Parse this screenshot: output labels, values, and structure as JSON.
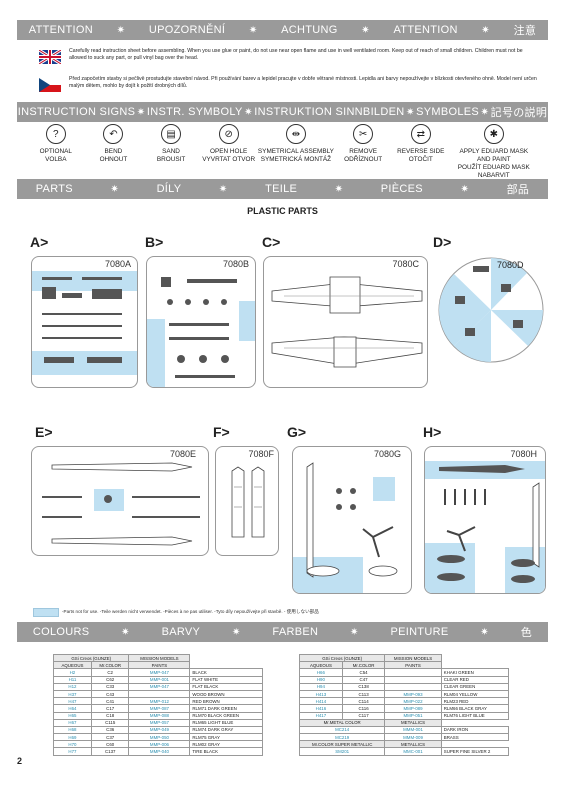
{
  "attention_band": [
    "ATTENTION",
    "UPOZORNĚNÍ",
    "ACHTUNG",
    "ATTENTION",
    "注意"
  ],
  "warnings": {
    "en": "Carefully read instruction sheet before assembling. When you use glue or paint, do not use near open flame and use in well ventilated room. Keep out of reach of small children. Children must not be allowed to suck any part, or pull vinyl bag over the head.",
    "cz": "Před započetím stavby si pečlivě prostudujte stavební návod. Při používání barev a lepidel pracujte v dobře větrané místnosti. Lepidla ani barvy nepoužívejte v blízkosti otevřeného ohně. Model není určen malým dětem, mohlo by dojít k požití drobných dílů."
  },
  "colors": {
    "band": "#9a9a9a",
    "unused_parts": "#bfe0f2",
    "code_text": "#2a8fb0"
  },
  "signs_band": [
    "INSTRUCTION SIGNS",
    "INSTR. SYMBOLY",
    "INSTRUKTION SINNBILDEN",
    "SYMBOLES",
    "記号の説明"
  ],
  "signs": [
    {
      "icon": "question-icon",
      "glyph": "?",
      "label": "OPTIONAL\nVOLBA"
    },
    {
      "icon": "bend-icon",
      "glyph": "↶",
      "label": "BEND\nOHNOUT"
    },
    {
      "icon": "sand-icon",
      "glyph": "▤",
      "label": "SAND\nBROUSIT"
    },
    {
      "icon": "drill-icon",
      "glyph": "⊘",
      "label": "OPEN HOLE\nVYVRTAT OTVOR"
    },
    {
      "icon": "symmetry-icon",
      "glyph": "⇹",
      "label": "SYMETRICAL ASSEMBLY\nSYMETRICKÁ MONTÁŽ"
    },
    {
      "icon": "remove-icon",
      "glyph": "✂",
      "label": "REMOVE\nODŘÍZNOUT"
    },
    {
      "icon": "reverse-icon",
      "glyph": "⇄",
      "label": "REVERSE SIDE\nOTOČIT"
    },
    {
      "icon": "mask-icon",
      "glyph": "✱",
      "label": "APPLY EDUARD MASK\nAND PAINT\nPOUŽÍT EDUARD MASK\nNABARVIT"
    }
  ],
  "parts_band": [
    "PARTS",
    "DÍLY",
    "TEILE",
    "PIÈCES",
    "部品"
  ],
  "plastic_parts_title": "PLASTIC PARTS",
  "frames": [
    {
      "letter": "A>",
      "code": "7080A"
    },
    {
      "letter": "B>",
      "code": "7080B"
    },
    {
      "letter": "C>",
      "code": "7080C"
    },
    {
      "letter": "D>",
      "code": "7080D"
    },
    {
      "letter": "E>",
      "code": "7080E"
    },
    {
      "letter": "F>",
      "code": "7080F"
    },
    {
      "letter": "G>",
      "code": "7080G"
    },
    {
      "letter": "H>",
      "code": "7080H"
    }
  ],
  "legend": "-Parts not for use. -Teile werden nicht verwendet. -Pièces à ne pas utiliser. -Tyto díly nepoužívejte při stavbě. - 使用しない部品",
  "colours_band": [
    "COLOURS",
    "BARVY",
    "FARBEN",
    "PEINTURE",
    "色"
  ],
  "table_left": {
    "header1": [
      "GSi Creos (GUNZE)",
      "MISSION MODELS"
    ],
    "header2": [
      "AQUEOUS",
      "Mr.COLOR",
      "PAINTS",
      ""
    ],
    "rows": [
      [
        "H2",
        "C2",
        "MMP-047",
        "BLACK"
      ],
      [
        "H11",
        "C62",
        "MMP-001",
        "FLAT WHITE"
      ],
      [
        "H12",
        "C33",
        "MMP-047",
        "FLAT BLACK"
      ],
      [
        "H37",
        "C43",
        "",
        "WOOD BROWN"
      ],
      [
        "H47",
        "C41",
        "MMP-012",
        "RED BROWN"
      ],
      [
        "H64",
        "C17",
        "MMP-087",
        "RLM71 DARK GREEN"
      ],
      [
        "H65",
        "C18",
        "MMP-088",
        "RLM70 BLACK GREEN"
      ],
      [
        "H67",
        "C115",
        "MMP-057",
        "RLM65 LIGHT BLUE"
      ],
      [
        "H68",
        "C36",
        "MMP-049",
        "RLM74 DARK GRAY"
      ],
      [
        "H69",
        "C37",
        "MMP-050",
        "RLM75 GRAY"
      ],
      [
        "H70",
        "C60",
        "MMP-006",
        "RLM02 GRAY"
      ],
      [
        "H77",
        "C137",
        "MMP-040",
        "TIRE BLACK"
      ]
    ]
  },
  "table_right": {
    "header1": [
      "GSi Creos (GUNZE)",
      "MISSION MODELS"
    ],
    "header2": [
      "AQUEOUS",
      "Mr.COLOR",
      "PAINTS",
      ""
    ],
    "rows": [
      [
        "H66",
        "C54",
        "",
        "KHAKI GREEN"
      ],
      [
        "H90",
        "C47",
        "",
        "CLEAR RED"
      ],
      [
        "H94",
        "C138",
        "",
        "CLEAR GREEN"
      ],
      [
        "H413",
        "C113",
        "MMP-093",
        "RLM04 YELLOW"
      ],
      [
        "H414",
        "C114",
        "MMP-022",
        "RLM23 RED"
      ],
      [
        "H416",
        "C116",
        "MMP-089",
        "RLM66 BLACK GRAY"
      ],
      [
        "H417",
        "C117",
        "MMP-051",
        "RLM76 LIGHT BLUE"
      ]
    ],
    "metal_header": [
      "Mr.METAL COLOR",
      "METALLICS"
    ],
    "metal_rows": [
      [
        "MC214",
        "MMM-001",
        "DARK IRON"
      ],
      [
        "MC219",
        "MMM-009",
        "BRASS"
      ]
    ],
    "super_header": [
      "Mr.COLOR SUPER METALLIC",
      "METALLICS"
    ],
    "super_rows": [
      [
        "SM201",
        "MMC-001",
        "SUPER FINE SILVER 2"
      ]
    ]
  },
  "page_number": "2"
}
